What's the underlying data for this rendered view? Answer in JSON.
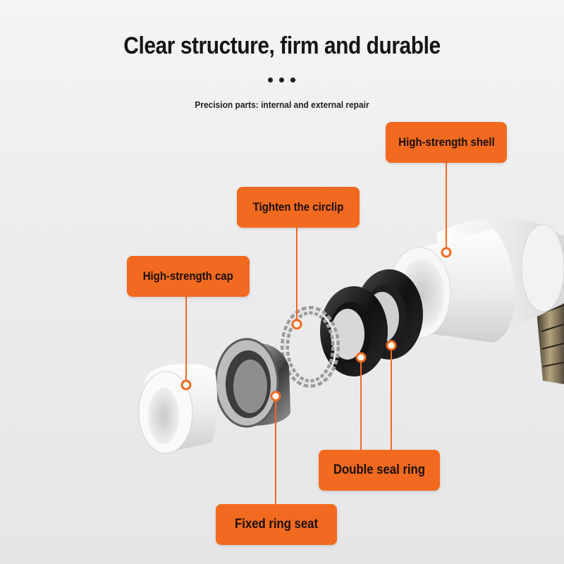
{
  "header": {
    "title": "Clear structure, firm and durable",
    "subtitle": "Precision parts: internal and external repair"
  },
  "labels": {
    "shell": "High-strength shell",
    "circlip": "Tighten the circlip",
    "cap": "High-strength cap",
    "seal": "Double seal ring",
    "seat": "Fixed ring seat"
  },
  "colors": {
    "accent": "#f26a1f",
    "marker": "#ffffff"
  }
}
